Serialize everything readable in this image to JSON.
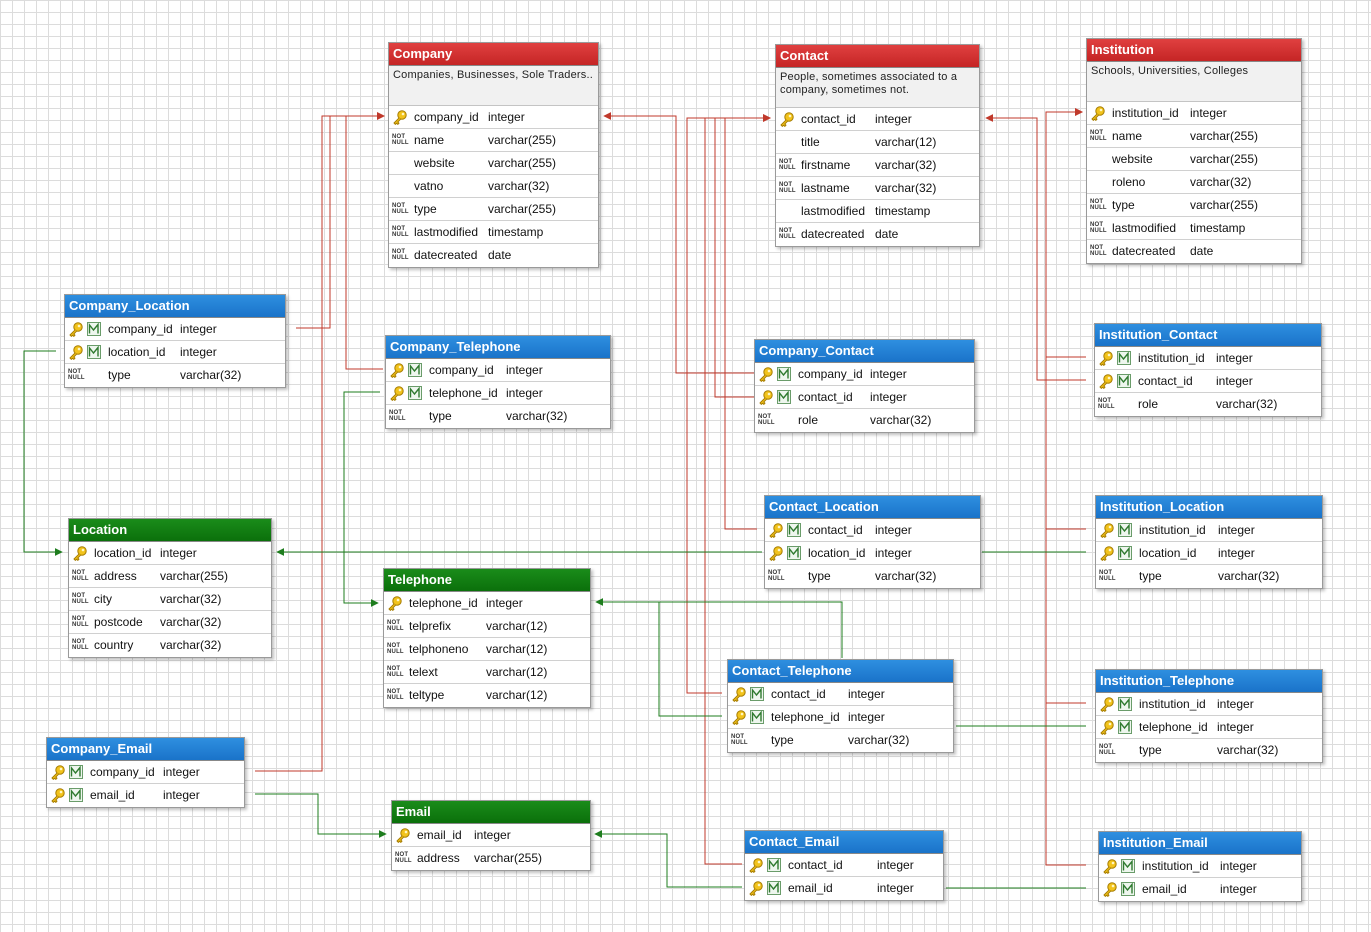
{
  "tables": [
    {
      "id": "company",
      "name": "Company",
      "color": "red",
      "description": "Companies, Businesses, Sole Traders..",
      "columns": [
        {
          "name": "company_id",
          "type": "integer",
          "pk": true
        },
        {
          "name": "name",
          "type": "varchar(255)",
          "notnull": true
        },
        {
          "name": "website",
          "type": "varchar(255)"
        },
        {
          "name": "vatno",
          "type": "varchar(32)"
        },
        {
          "name": "type",
          "type": "varchar(255)",
          "notnull": true
        },
        {
          "name": "lastmodified",
          "type": "timestamp",
          "notnull": true
        },
        {
          "name": "datecreated",
          "type": "date",
          "notnull": true
        }
      ]
    },
    {
      "id": "contact",
      "name": "Contact",
      "color": "red",
      "description": "People, sometimes associated to a company, sometimes not.",
      "columns": [
        {
          "name": "contact_id",
          "type": "integer",
          "pk": true
        },
        {
          "name": "title",
          "type": "varchar(12)"
        },
        {
          "name": "firstname",
          "type": "varchar(32)",
          "notnull": true
        },
        {
          "name": "lastname",
          "type": "varchar(32)",
          "notnull": true
        },
        {
          "name": "lastmodified",
          "type": "timestamp"
        },
        {
          "name": "datecreated",
          "type": "date",
          "notnull": true
        }
      ]
    },
    {
      "id": "institution",
      "name": "Institution",
      "color": "red",
      "description": "Schools, Universities, Colleges",
      "columns": [
        {
          "name": "institution_id",
          "type": "integer",
          "pk": true
        },
        {
          "name": "name",
          "type": "varchar(255)",
          "notnull": true
        },
        {
          "name": "website",
          "type": "varchar(255)"
        },
        {
          "name": "roleno",
          "type": "varchar(32)"
        },
        {
          "name": "type",
          "type": "varchar(255)",
          "notnull": true
        },
        {
          "name": "lastmodified",
          "type": "timestamp",
          "notnull": true
        },
        {
          "name": "datecreated",
          "type": "date",
          "notnull": true
        }
      ]
    },
    {
      "id": "company_location",
      "name": "Company_Location",
      "color": "blue",
      "columns": [
        {
          "name": "company_id",
          "type": "integer",
          "pk": true,
          "fk": true
        },
        {
          "name": "location_id",
          "type": "integer",
          "pk": true,
          "fk": true
        },
        {
          "name": "type",
          "type": "varchar(32)",
          "notnull": true
        }
      ]
    },
    {
      "id": "company_telephone",
      "name": "Company_Telephone",
      "color": "blue",
      "columns": [
        {
          "name": "company_id",
          "type": "integer",
          "pk": true,
          "fk": true
        },
        {
          "name": "telephone_id",
          "type": "integer",
          "pk": true,
          "fk": true
        },
        {
          "name": "type",
          "type": "varchar(32)",
          "notnull": true
        }
      ]
    },
    {
      "id": "company_contact",
      "name": "Company_Contact",
      "color": "blue",
      "columns": [
        {
          "name": "company_id",
          "type": "integer",
          "pk": true,
          "fk": true
        },
        {
          "name": "contact_id",
          "type": "integer",
          "pk": true,
          "fk": true
        },
        {
          "name": "role",
          "type": "varchar(32)",
          "notnull": true
        }
      ]
    },
    {
      "id": "institution_contact",
      "name": "Institution_Contact",
      "color": "blue",
      "columns": [
        {
          "name": "institution_id",
          "type": "integer",
          "pk": true,
          "fk": true
        },
        {
          "name": "contact_id",
          "type": "integer",
          "pk": true,
          "fk": true
        },
        {
          "name": "role",
          "type": "varchar(32)",
          "notnull": true
        }
      ]
    },
    {
      "id": "location",
      "name": "Location",
      "color": "green",
      "columns": [
        {
          "name": "location_id",
          "type": "integer",
          "pk": true
        },
        {
          "name": "address",
          "type": "varchar(255)",
          "notnull": true
        },
        {
          "name": "city",
          "type": "varchar(32)",
          "notnull": true
        },
        {
          "name": "postcode",
          "type": "varchar(32)",
          "notnull": true
        },
        {
          "name": "country",
          "type": "varchar(32)",
          "notnull": true
        }
      ]
    },
    {
      "id": "contact_location",
      "name": "Contact_Location",
      "color": "blue",
      "columns": [
        {
          "name": "contact_id",
          "type": "integer",
          "pk": true,
          "fk": true
        },
        {
          "name": "location_id",
          "type": "integer",
          "pk": true,
          "fk": true
        },
        {
          "name": "type",
          "type": "varchar(32)",
          "notnull": true
        }
      ]
    },
    {
      "id": "institution_location",
      "name": "Institution_Location",
      "color": "blue",
      "columns": [
        {
          "name": "institution_id",
          "type": "integer",
          "pk": true,
          "fk": true
        },
        {
          "name": "location_id",
          "type": "integer",
          "pk": true,
          "fk": true
        },
        {
          "name": "type",
          "type": "varchar(32)",
          "notnull": true
        }
      ]
    },
    {
      "id": "telephone",
      "name": "Telephone",
      "color": "green",
      "columns": [
        {
          "name": "telephone_id",
          "type": "integer",
          "pk": true
        },
        {
          "name": "telprefix",
          "type": "varchar(12)",
          "notnull": true
        },
        {
          "name": "telphoneno",
          "type": "varchar(12)",
          "notnull": true
        },
        {
          "name": "telext",
          "type": "varchar(12)",
          "notnull": true
        },
        {
          "name": "teltype",
          "type": "varchar(12)",
          "notnull": true
        }
      ]
    },
    {
      "id": "contact_telephone",
      "name": "Contact_Telephone",
      "color": "blue",
      "columns": [
        {
          "name": "contact_id",
          "type": "integer",
          "pk": true,
          "fk": true
        },
        {
          "name": "telephone_id",
          "type": "integer",
          "pk": true,
          "fk": true
        },
        {
          "name": "type",
          "type": "varchar(32)",
          "notnull": true
        }
      ]
    },
    {
      "id": "institution_telephone",
      "name": "Institution_Telephone",
      "color": "blue",
      "columns": [
        {
          "name": "institution_id",
          "type": "integer",
          "pk": true,
          "fk": true
        },
        {
          "name": "telephone_id",
          "type": "integer",
          "pk": true,
          "fk": true
        },
        {
          "name": "type",
          "type": "varchar(32)",
          "notnull": true
        }
      ]
    },
    {
      "id": "company_email",
      "name": "Company_Email",
      "color": "blue",
      "columns": [
        {
          "name": "company_id",
          "type": "integer",
          "pk": true,
          "fk": true
        },
        {
          "name": "email_id",
          "type": "integer",
          "pk": true,
          "fk": true
        }
      ]
    },
    {
      "id": "email",
      "name": "Email",
      "color": "green",
      "columns": [
        {
          "name": "email_id",
          "type": "integer",
          "pk": true
        },
        {
          "name": "address",
          "type": "varchar(255)",
          "notnull": true
        }
      ]
    },
    {
      "id": "contact_email",
      "name": "Contact_Email",
      "color": "blue",
      "columns": [
        {
          "name": "contact_id",
          "type": "integer",
          "pk": true,
          "fk": true
        },
        {
          "name": "email_id",
          "type": "integer",
          "pk": true,
          "fk": true
        }
      ]
    },
    {
      "id": "institution_email",
      "name": "Institution_Email",
      "color": "blue",
      "columns": [
        {
          "name": "institution_id",
          "type": "integer",
          "pk": true,
          "fk": true
        },
        {
          "name": "email_id",
          "type": "integer",
          "pk": true,
          "fk": true
        }
      ]
    }
  ],
  "relationships": [
    {
      "from": "company_location.company_id",
      "to": "company.company_id"
    },
    {
      "from": "company_telephone.company_id",
      "to": "company.company_id"
    },
    {
      "from": "company_contact.company_id",
      "to": "company.company_id"
    },
    {
      "from": "company_email.company_id",
      "to": "company.company_id"
    },
    {
      "from": "company_contact.contact_id",
      "to": "contact.contact_id"
    },
    {
      "from": "contact_location.contact_id",
      "to": "contact.contact_id"
    },
    {
      "from": "contact_telephone.contact_id",
      "to": "contact.contact_id"
    },
    {
      "from": "contact_email.contact_id",
      "to": "contact.contact_id"
    },
    {
      "from": "institution_contact.contact_id",
      "to": "contact.contact_id"
    },
    {
      "from": "institution_contact.institution_id",
      "to": "institution.institution_id"
    },
    {
      "from": "institution_location.institution_id",
      "to": "institution.institution_id"
    },
    {
      "from": "institution_telephone.institution_id",
      "to": "institution.institution_id"
    },
    {
      "from": "institution_email.institution_id",
      "to": "institution.institution_id"
    },
    {
      "from": "company_location.location_id",
      "to": "location.location_id"
    },
    {
      "from": "contact_location.location_id",
      "to": "location.location_id"
    },
    {
      "from": "institution_location.location_id",
      "to": "location.location_id"
    },
    {
      "from": "company_telephone.telephone_id",
      "to": "telephone.telephone_id"
    },
    {
      "from": "contact_telephone.telephone_id",
      "to": "telephone.telephone_id"
    },
    {
      "from": "institution_telephone.telephone_id",
      "to": "telephone.telephone_id"
    },
    {
      "from": "company_email.email_id",
      "to": "email.email_id"
    },
    {
      "from": "contact_email.email_id",
      "to": "email.email_id"
    },
    {
      "from": "institution_email.email_id",
      "to": "email.email_id"
    }
  ],
  "colors": {
    "entity": "#c52525",
    "junction": "#1a73c9",
    "lookup": "#0b700b",
    "line_red": "#c0392b",
    "line_green": "#1e7d1e"
  },
  "labels": {
    "notnull": "NOT NULL"
  },
  "icons": {
    "pk": "key-icon",
    "fk": "foreign-key-icon",
    "notnull": "not-null-marker"
  }
}
